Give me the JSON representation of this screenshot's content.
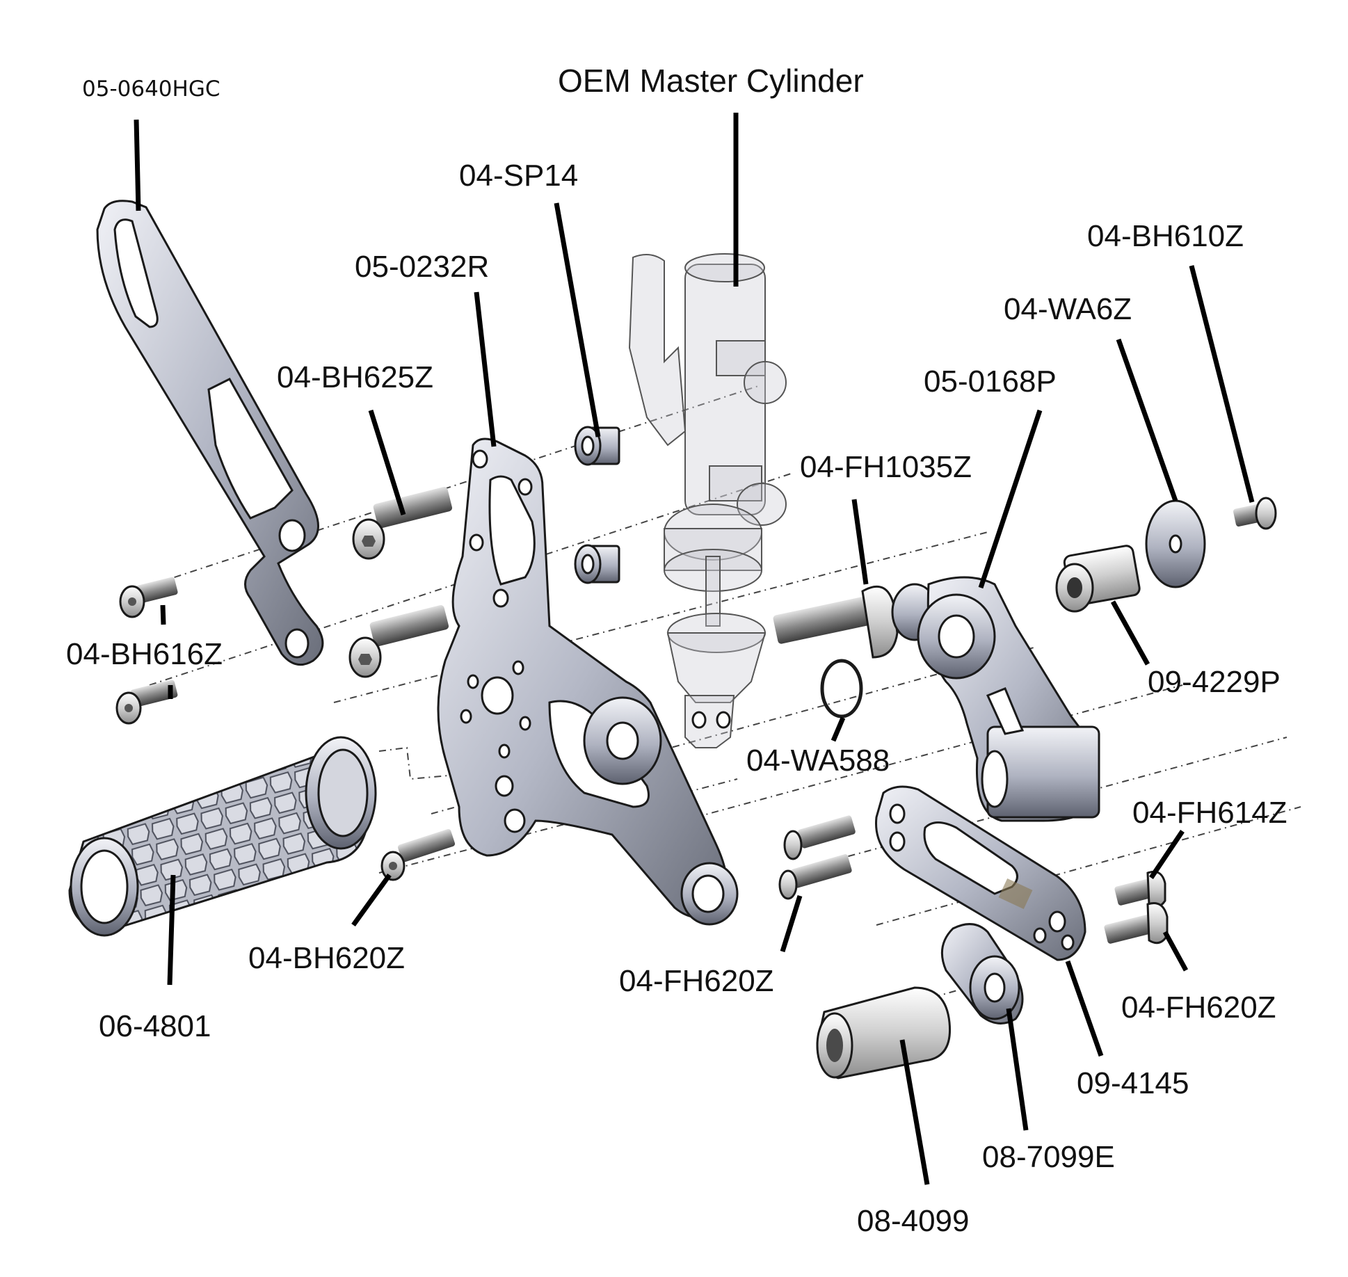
{
  "diagram": {
    "labels": [
      {
        "id": "05-0640HGC",
        "text": "05-0640HGC"
      },
      {
        "id": "oem-master",
        "text": "OEM Master Cylinder"
      },
      {
        "id": "04-SP14",
        "text": "04-SP14"
      },
      {
        "id": "05-0232R",
        "text": "05-0232R"
      },
      {
        "id": "04-BH625Z",
        "text": "04-BH625Z"
      },
      {
        "id": "04-BH610Z",
        "text": "04-BH610Z"
      },
      {
        "id": "04-WA6Z",
        "text": "04-WA6Z"
      },
      {
        "id": "05-0168P",
        "text": "05-0168P"
      },
      {
        "id": "04-FH1035Z",
        "text": "04-FH1035Z"
      },
      {
        "id": "04-BH616Z",
        "text": "04-BH616Z"
      },
      {
        "id": "09-4229P",
        "text": "09-4229P"
      },
      {
        "id": "04-WA588",
        "text": "04-WA588"
      },
      {
        "id": "04-FH614Z",
        "text": "04-FH614Z"
      },
      {
        "id": "04-BH620Z",
        "text": "04-BH620Z"
      },
      {
        "id": "04-FH620Z-a",
        "text": "04-FH620Z"
      },
      {
        "id": "04-FH620Z-b",
        "text": "04-FH620Z"
      },
      {
        "id": "06-4801",
        "text": "06-4801"
      },
      {
        "id": "09-4145",
        "text": "09-4145"
      },
      {
        "id": "08-7099E",
        "text": "08-7099E"
      },
      {
        "id": "08-4099",
        "text": "08-4099"
      }
    ]
  },
  "colors": {
    "metal_light": "#e4e6ee",
    "metal_mid": "#a9adbb",
    "metal_dark": "#5c606c",
    "ink": "#111111"
  }
}
